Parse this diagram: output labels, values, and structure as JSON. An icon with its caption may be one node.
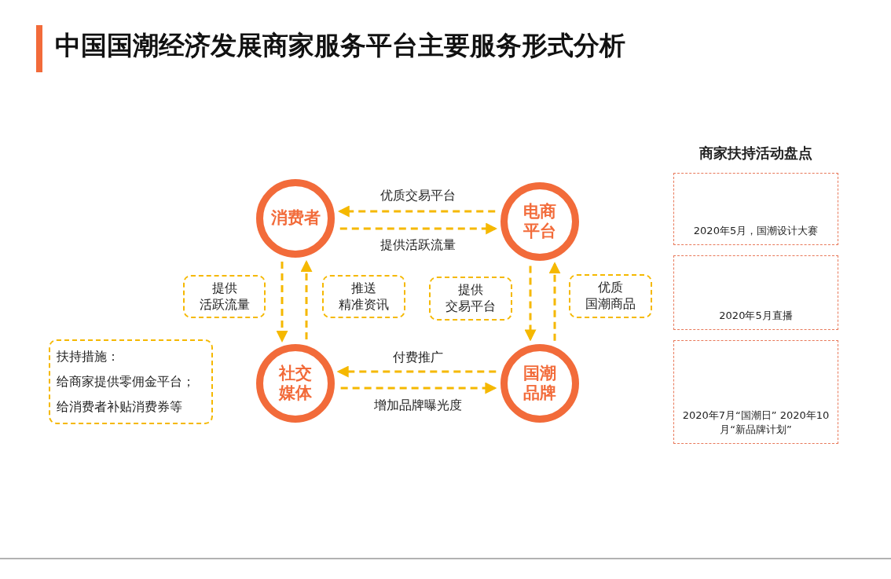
{
  "diagram": {
    "title": "中国国潮经济发展商家服务平台主要服务形式分析",
    "nodes": [
      {
        "text": [
          "消费者"
        ]
      },
      {
        "text": [
          "电商平台"
        ]
      },
      {
        "text": [
          "提供",
          "活跃流量"
        ]
      },
      {
        "text": [
          "推送",
          "精准资讯"
        ]
      },
      {
        "text": [
          "提供",
          "交易平台"
        ]
      },
      {
        "text": [
          "优质",
          "国潮商品"
        ]
      },
      {
        "text": [
          "扶持措施：",
          "给商家提供零佣金平台；",
          "给消费者补贴消费券等"
        ]
      },
      {
        "text": [
          "社交媒体"
        ]
      },
      {
        "text": [
          "国潮品牌"
        ]
      },
      {
        "text": [
          "2020年5月，国潮设计大赛"
        ]
      },
      {
        "text": [
          "2020年5月直播"
        ]
      },
      {
        "text": [
          "2020年7月“国潮日” 2020年10月“新品牌计划”"
        ]
      }
    ],
    "edges": [
      {
        "from": 1,
        "to": 0,
        "arrow": "to",
        "label": "优质交易平台",
        "style": "dashed"
      },
      {
        "from": 0,
        "to": 1,
        "arrow": "to",
        "label": "提供活跃流量",
        "style": "dashed"
      },
      {
        "from": 0,
        "to": 7,
        "arrow": "to",
        "style": "dashed"
      },
      {
        "from": 7,
        "to": 0,
        "arrow": "to",
        "style": "dashed"
      },
      {
        "from": 1,
        "to": 8,
        "arrow": "to",
        "style": "dashed"
      },
      {
        "from": 8,
        "to": 1,
        "arrow": "to",
        "style": "dashed"
      },
      {
        "from": 8,
        "to": 7,
        "arrow": "to",
        "label": "付费推广",
        "style": "dashed"
      },
      {
        "from": 7,
        "to": 8,
        "arrow": "to",
        "label": "增加品牌曝光度",
        "style": "dashed"
      }
    ],
    "labels": [
      "商家扶持活动盘点"
    ]
  }
}
